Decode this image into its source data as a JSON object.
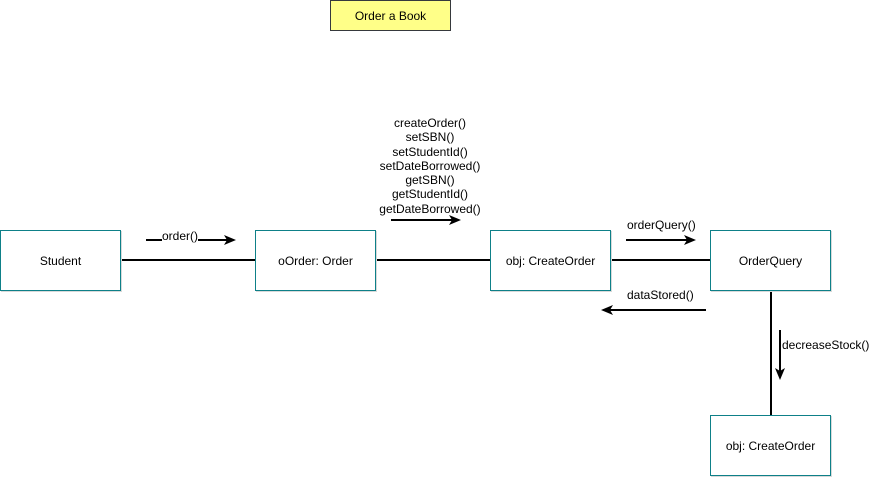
{
  "diagram": {
    "title": "Order a Book",
    "title_fill": "#ffff88",
    "object_border_color": "#0e8088",
    "objects": [
      {
        "id": "student",
        "label": "Student"
      },
      {
        "id": "order",
        "label": "oOrder: Order"
      },
      {
        "id": "create-order",
        "label": "obj: CreateOrder"
      },
      {
        "id": "order-query",
        "label": "OrderQuery"
      },
      {
        "id": "create-order-2",
        "label": "obj: CreateOrder"
      }
    ],
    "messages": [
      {
        "from": "student",
        "to": "order",
        "labels": [
          "order()"
        ]
      },
      {
        "from": "order",
        "to": "create-order",
        "labels": [
          "createOrder()",
          "setSBN()",
          "setStudentId()",
          "setDateBorrowed()",
          "getSBN()",
          "getStudentId()",
          "getDateBorrowed()"
        ]
      },
      {
        "from": "create-order",
        "to": "order-query",
        "labels": [
          "orderQuery()"
        ]
      },
      {
        "from": "order-query",
        "to": "create-order",
        "labels": [
          "dataStored()"
        ]
      },
      {
        "from": "order-query",
        "to": "create-order-2",
        "labels": [
          "decreaseStock()"
        ]
      }
    ]
  }
}
